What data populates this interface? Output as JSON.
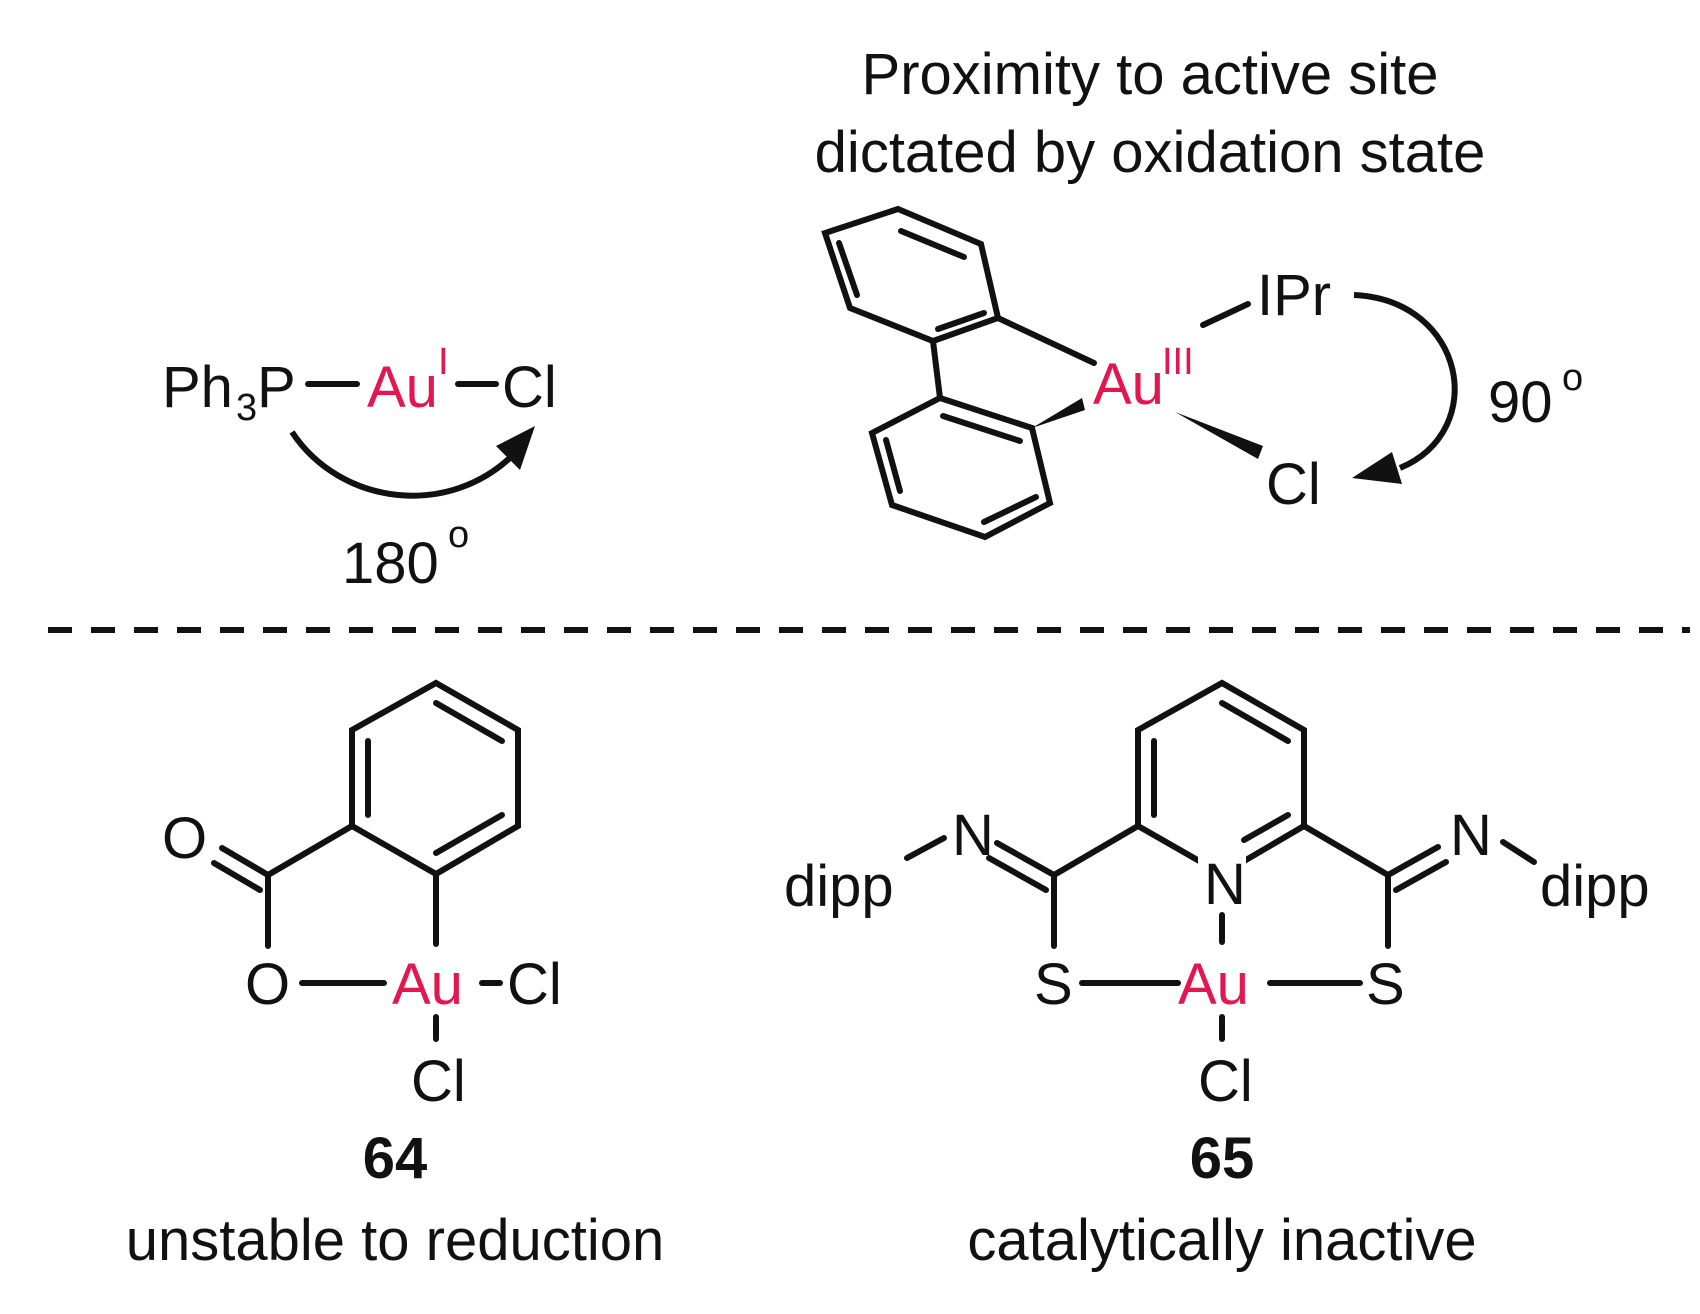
{
  "header": {
    "line1": "Proximity to active site",
    "line2": "dictated by oxidation state"
  },
  "colors": {
    "metal": "#e3174f",
    "ink": "#111111"
  },
  "complex_au1": {
    "ph": "Ph",
    "ph_sub": "3",
    "p": "P",
    "au": "Au",
    "ox": "I",
    "cl": "Cl",
    "angle": "180",
    "degree": "o"
  },
  "complex_au3": {
    "au": "Au",
    "ox": "III",
    "ipr": "IPr",
    "cl": "Cl",
    "angle": "90",
    "degree": "o"
  },
  "compound_64": {
    "o_carbonyl": "O",
    "o_ring": "O",
    "au": "Au",
    "cl_right": "Cl",
    "cl_bottom": "Cl",
    "number": "64",
    "caption": "unstable to reduction"
  },
  "compound_65": {
    "dipp_left": "dipp",
    "dipp_right": "dipp",
    "n_left": "N",
    "n_right": "N",
    "n_pyridine": "N",
    "s_left": "S",
    "s_right": "S",
    "au": "Au",
    "cl": "Cl",
    "number": "65",
    "caption": "catalytically inactive"
  }
}
